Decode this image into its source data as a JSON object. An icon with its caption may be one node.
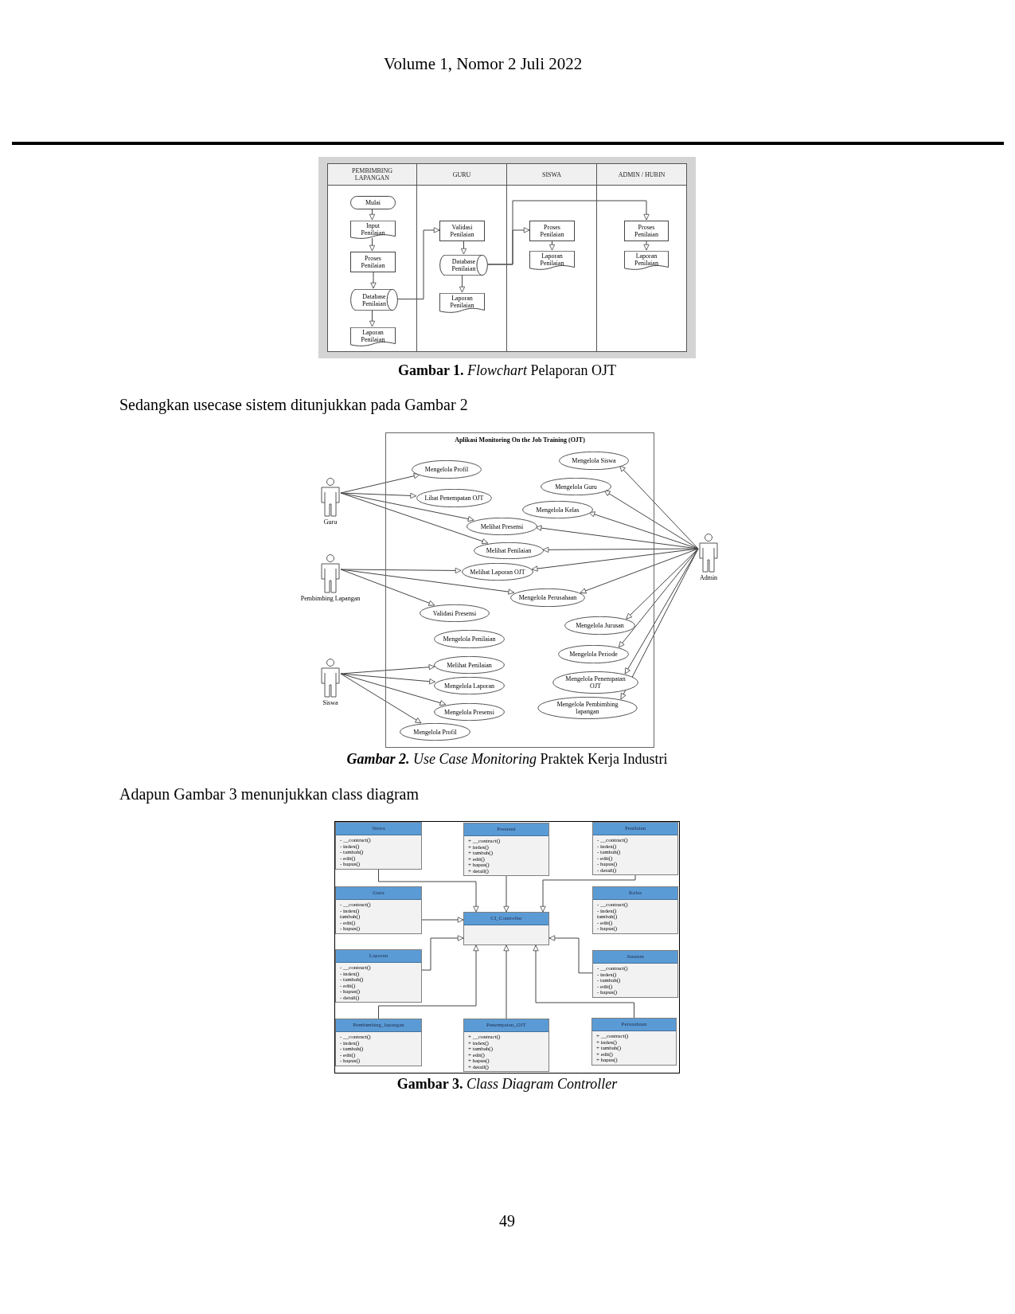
{
  "diagram": {
    "nodes": [
      {
        "text": [
          "PEMBIMBING LAPANGAN"
        ]
      },
      {
        "text": [
          "Mulai"
        ],
        "in": 0
      },
      {
        "text": [
          "Input Penilaian"
        ],
        "in": 0
      },
      {
        "text": [
          "Proses Penilaian"
        ],
        "in": 0
      },
      {
        "text": [
          "Database Penilaian"
        ],
        "in": 0
      },
      {
        "text": [
          "Laporan Penilaian"
        ],
        "in": 0
      },
      {
        "text": [
          "GURU"
        ]
      },
      {
        "text": [
          "Validasi Penilaian"
        ],
        "in": 6
      },
      {
        "text": [
          "Database Penilaian"
        ],
        "in": 6
      },
      {
        "text": [
          "Laporan Penilaian"
        ],
        "in": 6
      },
      {
        "text": [
          "SISWA"
        ]
      },
      {
        "text": [
          "Proses Penilaian"
        ],
        "in": 10
      },
      {
        "text": [
          "Laporan Penilaian"
        ],
        "in": 10
      },
      {
        "text": [
          "ADMIN / HUBIN"
        ]
      },
      {
        "text": [
          "Proses Penilaian"
        ],
        "in": 13
      },
      {
        "text": [
          "Laporan Penilaian"
        ],
        "in": 13
      },
      {
        "text": [
          "Aplikasi Monitoring On the Job Training (OJT)"
        ]
      },
      {
        "text": [
          "Guru"
        ]
      },
      {
        "text": [
          "Pembimbing Lapangan"
        ]
      },
      {
        "text": [
          "Siswa"
        ]
      },
      {
        "text": [
          "Admin"
        ]
      },
      {
        "text": [
          "Mengelola Siswa"
        ],
        "in": 16
      },
      {
        "text": [
          "Mengelola Profil"
        ],
        "in": 16
      },
      {
        "text": [
          "Mengelola Guru"
        ],
        "in": 16
      },
      {
        "text": [
          "Lihat Penempatan OJT"
        ],
        "in": 16
      },
      {
        "text": [
          "Mengelola Kelas"
        ],
        "in": 16
      },
      {
        "text": [
          "Melihat Presensi"
        ],
        "in": 16
      },
      {
        "text": [
          "Melihat Penilaian"
        ],
        "in": 16
      },
      {
        "text": [
          "Melihat Laporan OJT"
        ],
        "in": 16
      },
      {
        "text": [
          "Mengelola Perusahaan"
        ],
        "in": 16
      },
      {
        "text": [
          "Validasi Presensi"
        ],
        "in": 16
      },
      {
        "text": [
          "Mengelola Jurusan"
        ],
        "in": 16
      },
      {
        "text": [
          "Mengelola Penilaian"
        ],
        "in": 16
      },
      {
        "text": [
          "Mengelola Periode"
        ],
        "in": 16
      },
      {
        "text": [
          "Melihat Penilaian"
        ],
        "in": 16
      },
      {
        "text": [
          "Mengelola Penempatan OJT"
        ],
        "in": 16
      },
      {
        "text": [
          "Mengelola Laporan"
        ],
        "in": 16
      },
      {
        "text": [
          "Mengelola Pembimbing lapangan"
        ],
        "in": 16
      },
      {
        "text": [
          "Mengelola Presensi"
        ],
        "in": 16
      },
      {
        "text": [
          "Mengelola Profil"
        ],
        "in": 16
      },
      {
        "text": [
          "Siswa",
          "- __contruct()",
          "- index()",
          "- tambah()",
          "- edit()",
          "- hapus()"
        ]
      },
      {
        "text": [
          "Presensi",
          "+ __contruct()",
          "+ index()",
          "+ tambah()",
          "+ edit()",
          "+ hapus()",
          "+ detail()"
        ]
      },
      {
        "text": [
          "Penilaian",
          "- __contruct()",
          "- index()",
          "- tambah()",
          "- edit()",
          "- hapus()",
          "- detail()"
        ]
      },
      {
        "text": [
          "Guru",
          "- __contruct()",
          "- index()",
          "tambah()",
          "- edit()",
          "- hapus()"
        ]
      },
      {
        "text": [
          "CI_Controller"
        ]
      },
      {
        "text": [
          "Kelas",
          "- __contruct()",
          "- index()",
          "tambah()",
          "- edit()",
          "- hapus()"
        ]
      },
      {
        "text": [
          "Laporan",
          "- __contruct()",
          "- index()",
          "- tambah()",
          "- edit()",
          "- hapus()",
          "- detail()"
        ]
      },
      {
        "text": [
          "Jurusan",
          "- __contruct()",
          "- index()",
          "- tambah()",
          "- edit()",
          "- hapus()"
        ]
      },
      {
        "text": [
          "Pembimbing_lapangan",
          "- __contruct()",
          "- index()",
          "- tambah()",
          "- edit()",
          "- hapus()"
        ]
      },
      {
        "text": [
          "Penempatan_OJT",
          "+ __contruct()",
          "+ index()",
          "+ tambah()",
          "+ edit()",
          "+ hapus()",
          "+ detail()"
        ]
      },
      {
        "text": [
          "Perusahaan",
          "+ __contruct()",
          "+ index()",
          "+ tambah()",
          "+ edit()",
          "+ hapus()"
        ]
      }
    ],
    "edges": [
      {
        "from": 1,
        "to": 2,
        "arrow": "to"
      },
      {
        "from": 2,
        "to": 3,
        "arrow": "to"
      },
      {
        "from": 3,
        "to": 4,
        "arrow": "to"
      },
      {
        "from": 4,
        "to": 5,
        "arrow": "to"
      },
      {
        "from": 4,
        "to": 7,
        "arrow": "to"
      },
      {
        "from": 7,
        "to": 8,
        "arrow": "to"
      },
      {
        "from": 8,
        "to": 9,
        "arrow": "to"
      },
      {
        "from": 8,
        "to": 11,
        "arrow": "to"
      },
      {
        "from": 8,
        "to": 14,
        "arrow": "to"
      },
      {
        "from": 11,
        "to": 12,
        "arrow": "to"
      },
      {
        "from": 14,
        "to": 15,
        "arrow": "to"
      },
      {
        "from": 17,
        "to": 22,
        "arrow": "to"
      },
      {
        "from": 17,
        "to": 24,
        "arrow": "to"
      },
      {
        "from": 17,
        "to": 26,
        "arrow": "to"
      },
      {
        "from": 17,
        "to": 27,
        "arrow": "to"
      },
      {
        "from": 18,
        "to": 28,
        "arrow": "to"
      },
      {
        "from": 18,
        "to": 29,
        "arrow": "to"
      },
      {
        "from": 18,
        "to": 30,
        "arrow": "to"
      },
      {
        "from": 19,
        "to": 34,
        "arrow": "to"
      },
      {
        "from": 19,
        "to": 36,
        "arrow": "to"
      },
      {
        "from": 19,
        "to": 38,
        "arrow": "to"
      },
      {
        "from": 19,
        "to": 39,
        "arrow": "to"
      },
      {
        "from": 20,
        "to": 21,
        "arrow": "to"
      },
      {
        "from": 20,
        "to": 23,
        "arrow": "to"
      },
      {
        "from": 20,
        "to": 25,
        "arrow": "to"
      },
      {
        "from": 20,
        "to": 26,
        "arrow": "to"
      },
      {
        "from": 20,
        "to": 27,
        "arrow": "to"
      },
      {
        "from": 20,
        "to": 28,
        "arrow": "to"
      },
      {
        "from": 20,
        "to": 29,
        "arrow": "to"
      },
      {
        "from": 20,
        "to": 31,
        "arrow": "to"
      },
      {
        "from": 20,
        "to": 33,
        "arrow": "to"
      },
      {
        "from": 20,
        "to": 35,
        "arrow": "to"
      },
      {
        "from": 20,
        "to": 37,
        "arrow": "to"
      },
      {
        "from": 40,
        "to": 44,
        "arrow": "to"
      },
      {
        "from": 41,
        "to": 44,
        "arrow": "to"
      },
      {
        "from": 42,
        "to": 44,
        "arrow": "to"
      },
      {
        "from": 43,
        "to": 44,
        "arrow": "to"
      },
      {
        "from": 46,
        "to": 44,
        "arrow": "to"
      },
      {
        "from": 47,
        "to": 44,
        "arrow": "to"
      },
      {
        "from": 48,
        "to": 44,
        "arrow": "to"
      },
      {
        "from": 49,
        "to": 44,
        "arrow": "to"
      },
      {
        "from": 50,
        "to": 44,
        "arrow": "to"
      }
    ],
    "labels": [
      "Volume 1, Nomor 2 Juli 2022",
      "**Gambar 1.** *Flowchart* Pelaporan OJT",
      "Sedangkan usecase sistem ditunjukkan pada Gambar 2",
      "**Gambar 2.** *Use Case Monitoring* Praktek Kerja Industri",
      "Adapun Gambar 3 menunjukkan class diagram",
      "**Gambar 3.** *Class Diagram Controller*",
      "49"
    ]
  }
}
